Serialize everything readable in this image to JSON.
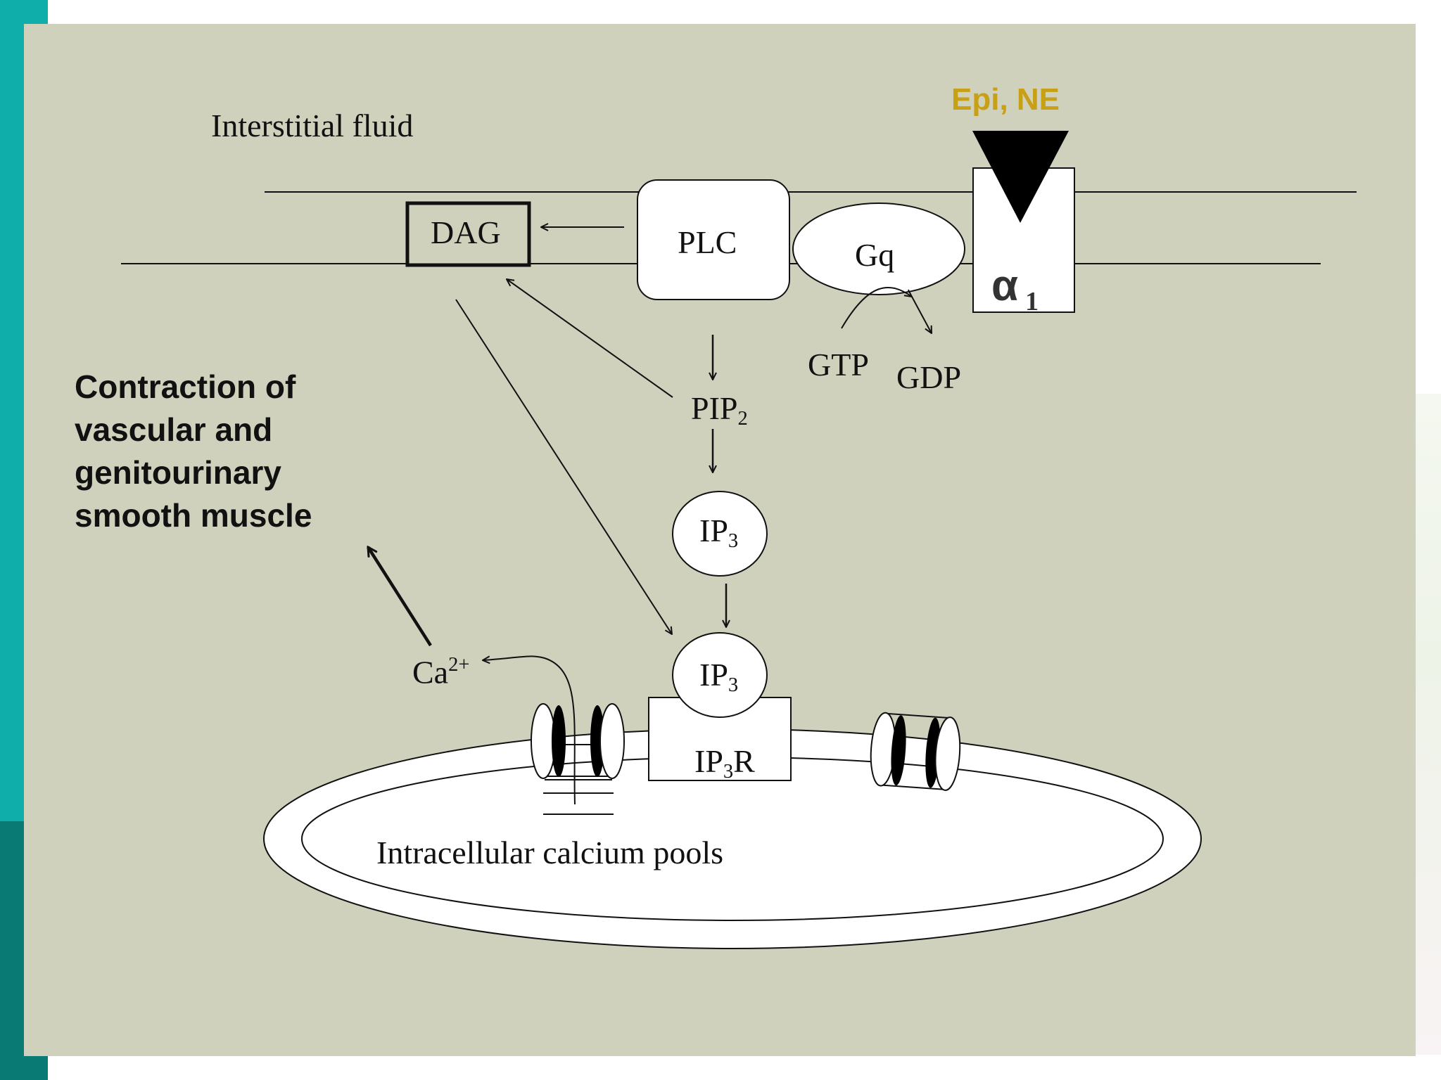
{
  "labels": {
    "interstitial_fluid": "Interstitial fluid",
    "agonist": "Epi, NE",
    "dag": "DAG",
    "plc": "PLC",
    "gq": "Gq",
    "alpha": "α",
    "alpha_sub": "1",
    "gtp": "GTP",
    "gdp": "GDP",
    "pip": "PIP",
    "pip_sub": "2",
    "ip": "IP",
    "ip_sub": "3",
    "ip3r_pre": "IP",
    "ip3r_sub": "3",
    "ip3r_post": "R",
    "ca": "Ca",
    "ca_sup": "2+",
    "calcium_pools": "Intracellular calcium pools",
    "contraction": [
      "Contraction of",
      "vascular and",
      "genitourinary",
      "smooth muscle"
    ]
  },
  "colors": {
    "slide_bg": "#cfd1bc",
    "agonist_text": "#c8a015",
    "teal_bar": "#10aeaa"
  }
}
